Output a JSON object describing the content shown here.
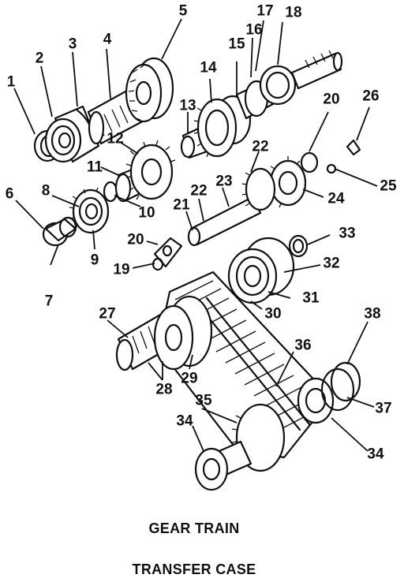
{
  "caption_line_1": "GEAR TRAIN",
  "caption_line_2": "TRANSFER CASE",
  "part_labels": [
    "1",
    "2",
    "3",
    "4",
    "5",
    "6",
    "7",
    "8",
    "9",
    "10",
    "11",
    "12",
    "13",
    "14",
    "15",
    "16",
    "17",
    "18",
    "19",
    "20",
    "20",
    "21",
    "22",
    "22",
    "23",
    "24",
    "25",
    "26",
    "27",
    "28",
    "29",
    "30",
    "31",
    "32",
    "33",
    "34",
    "34",
    "35",
    "36",
    "37",
    "38"
  ],
  "colors": {
    "ink": "#111111",
    "paper": "#ffffff"
  }
}
